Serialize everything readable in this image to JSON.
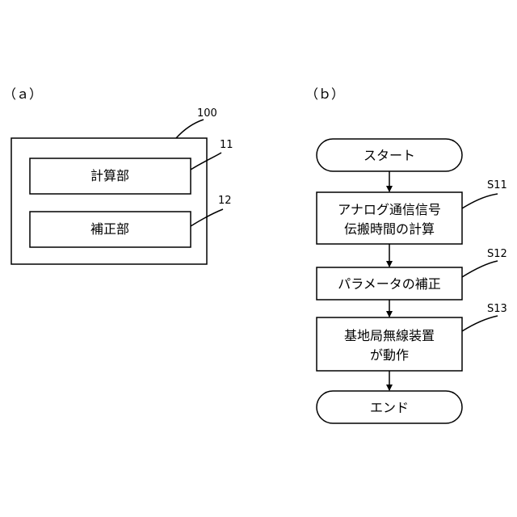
{
  "panel_a": {
    "label": "（ａ）",
    "outer_ref": "100",
    "blocks": [
      {
        "text": "計算部",
        "ref": "11"
      },
      {
        "text": "補正部",
        "ref": "12"
      }
    ]
  },
  "panel_b": {
    "label": "（ｂ）",
    "start": "スタート",
    "steps": [
      {
        "lines": [
          "アナログ通信信号",
          "伝搬時間の計算"
        ],
        "ref": "S11"
      },
      {
        "lines": [
          "パラメータの補正"
        ],
        "ref": "S12"
      },
      {
        "lines": [
          "基地局無線装置",
          "が動作"
        ],
        "ref": "S13"
      }
    ],
    "end": "エンド"
  }
}
